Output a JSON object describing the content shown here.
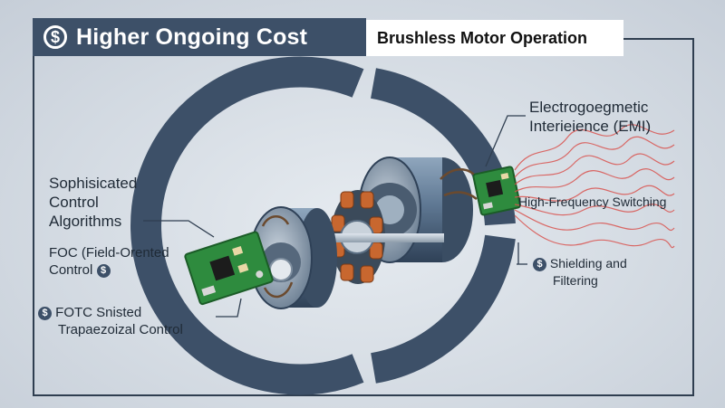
{
  "header": {
    "title": "Higher Ongoing Cost",
    "title_icon": "dollar-coin-icon",
    "subtitle": "Brushless Motor Operation"
  },
  "labels": {
    "emi_line1": "Electrogoegmetic",
    "emi_line2": "Interieience (EMI)",
    "hf_switching": "High-Frequency Switching",
    "shielding_line1": "Shielding and",
    "shielding_line2": "Filtering",
    "algo_line1": "Sophisicated",
    "algo_line2": "Control",
    "algo_line3": "Algorithms",
    "foc_line1": "FOC (Field-Orented",
    "foc_line2": "Control",
    "fotc_line1": "FOTC  Snisted",
    "fotc_line2": "Trapaezoizal Control",
    "dollar_symbol": "$"
  },
  "colors": {
    "title_bg": "#3d5068",
    "ring": "#3d5068",
    "copper": "#c8672f",
    "pcb": "#2e8b3e",
    "emi_wave": "#d9534f",
    "frame": "#2f3e50"
  }
}
